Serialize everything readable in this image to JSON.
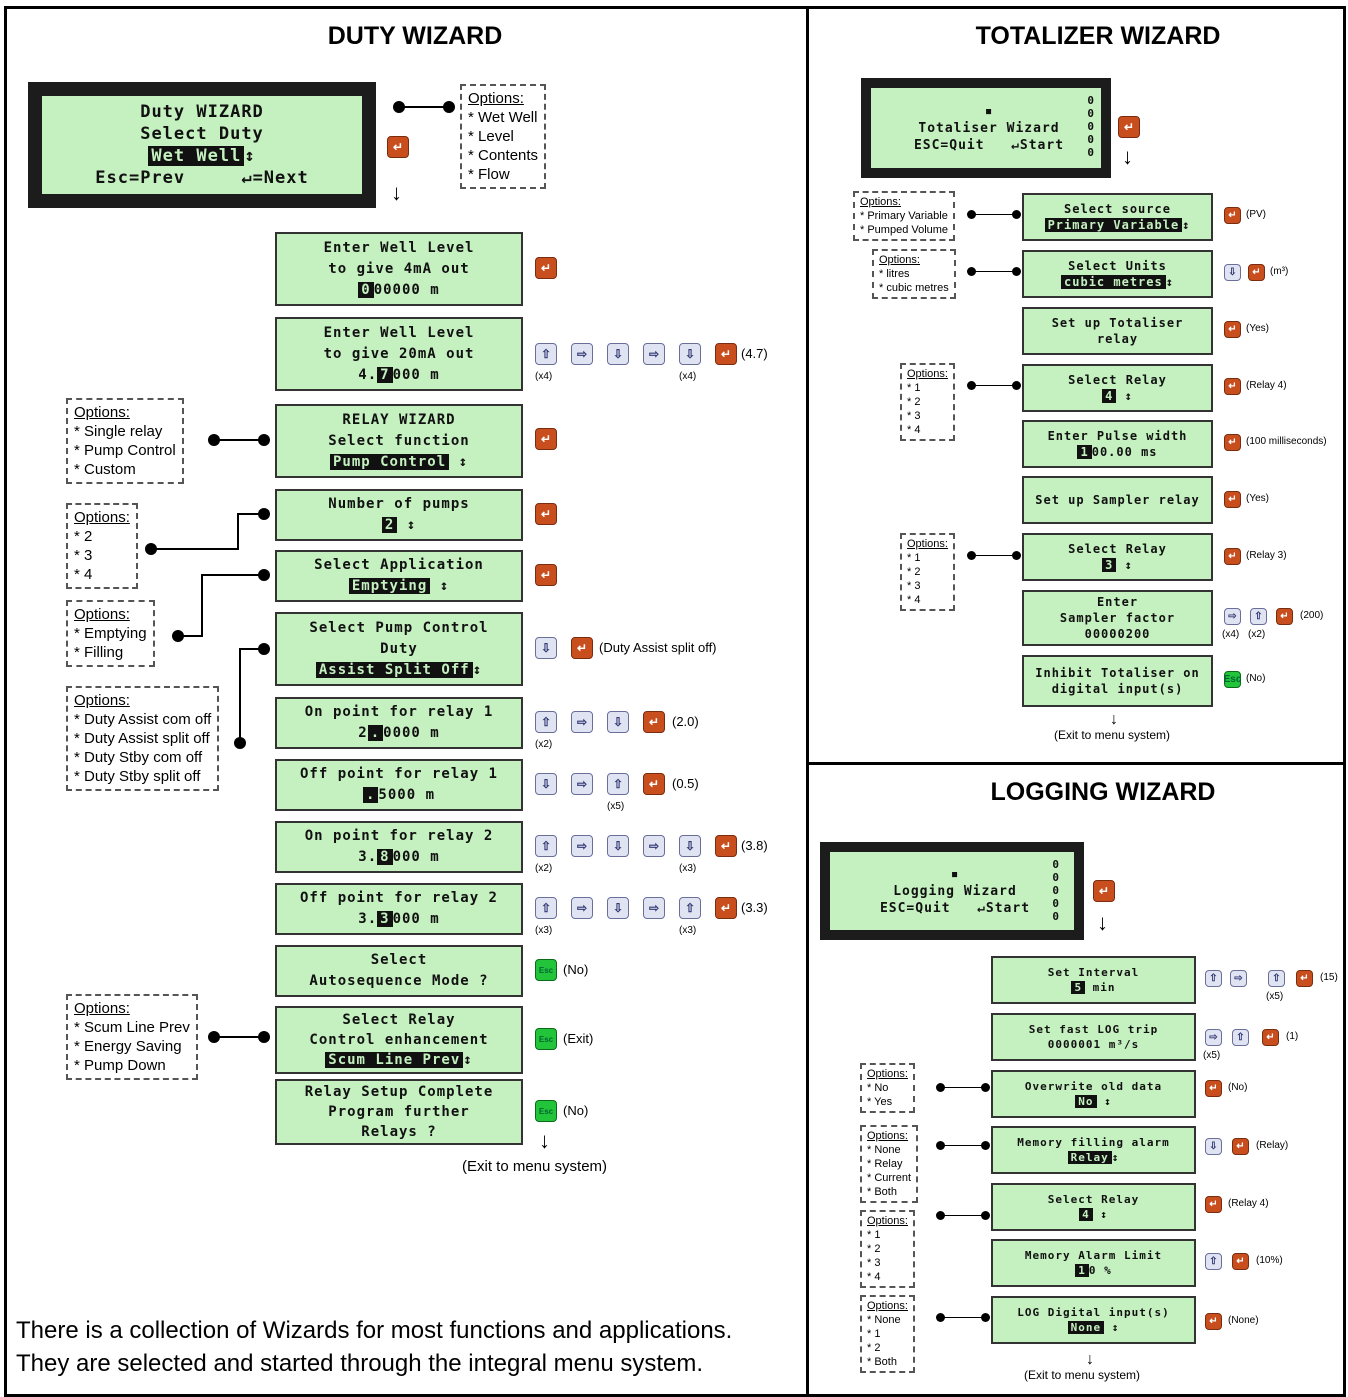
{
  "duty": {
    "title": "DUTY WIZARD",
    "start_lcd": [
      "Duty WIZARD",
      "Select Duty",
      "Wet Well",
      "Esc=Prev",
      "↵=Next"
    ],
    "start_options": [
      "Options:",
      "* Wet Well",
      "* Level",
      "* Contents",
      "* Flow"
    ],
    "screens": [
      {
        "l1": "Enter Well Level",
        "l2": "to give 4mA out",
        "l3a": "",
        "l3inv": "0",
        "l3b": "00000 m"
      },
      {
        "l1": "Enter Well Level",
        "l2": "to give 20mA out",
        "l3a": "4.",
        "l3inv": "7",
        "l3b": "000 m"
      },
      {
        "l1": "RELAY WIZARD",
        "l2": "Select function",
        "l3a": "",
        "l3inv": "Pump Control",
        "l3b": " ↕"
      },
      {
        "l1": "Number of pumps",
        "l2": "",
        "l3a": "",
        "l3inv": "2",
        "l3b": " ↕"
      },
      {
        "l1": "Select Application",
        "l2": "",
        "l3a": "",
        "l3inv": "Emptying",
        "l3b": " ↕"
      },
      {
        "l1": "Select Pump Control",
        "l2": "Duty",
        "l3a": "",
        "l3inv": "Assist Split Off",
        "l3b": "↕"
      },
      {
        "l1": "On point for relay 1",
        "l2": "",
        "l3a": "2",
        "l3inv": ".",
        "l3b": "0000 m"
      },
      {
        "l1": "Off point for relay 1",
        "l2": "",
        "l3a": "",
        "l3inv": ".",
        "l3b": "5000 m"
      },
      {
        "l1": "On point for relay 2",
        "l2": "",
        "l3a": "3.",
        "l3inv": "8",
        "l3b": "000 m"
      },
      {
        "l1": "Off point for relay 2",
        "l2": "",
        "l3a": "3.",
        "l3inv": "3",
        "l3b": "000 m"
      },
      {
        "l1": "Select",
        "l2": "Autosequence Mode ?",
        "l3a": "",
        "l3inv": "",
        "l3b": ""
      },
      {
        "l1": "Select Relay",
        "l2": "Control enhancement",
        "l3a": "",
        "l3inv": "Scum Line Prev",
        "l3b": "↕"
      },
      {
        "l1": "Relay Setup Complete",
        "l2": "Program further",
        "l3a": "Relays ?",
        "l3inv": "",
        "l3b": ""
      }
    ],
    "notes": [
      "(4.7)",
      "(Duty Assist split off)",
      "(2.0)",
      "(0.5)",
      "(3.8)",
      "(3.3)",
      "(No)",
      "(Exit)",
      "(No)"
    ],
    "counts": [
      "(x4)",
      "(x4)",
      "(x2)",
      "(x5)",
      "(x2)",
      "(x3)",
      "(x3)",
      "(x3)"
    ],
    "opt_function": [
      "Options:",
      "* Single relay",
      "* Pump Control",
      "* Custom"
    ],
    "opt_pumps": [
      "Options:",
      "* 2",
      "* 3",
      "* 4"
    ],
    "opt_app": [
      "Options:",
      "* Emptying",
      "* Filling"
    ],
    "opt_control": [
      "Options:",
      "* Duty Assist com off",
      "* Duty Assist split off",
      "* Duty Stby com off",
      "* Duty Stby split off"
    ],
    "opt_enh": [
      "Options:",
      "* Scum Line Prev",
      "* Energy Saving",
      "* Pump Down"
    ],
    "exit": "(Exit to menu system)",
    "blurb1": "There is a collection of Wizards for most functions and applications.",
    "blurb2": "They are selected and started through the integral menu system."
  },
  "totalizer": {
    "title": "TOTALIZER WIZARD",
    "lcd": [
      "Totaliser Wizard",
      "ESC=Quit",
      "↵Start"
    ],
    "screens": [
      {
        "l1": "Select source",
        "l2inv": "Primary Variable",
        "l2b": "↕"
      },
      {
        "l1": "Select Units",
        "l2inv": "cubic metres",
        "l2b": "↕"
      },
      {
        "l1": "Set up Totaliser",
        "l2inv": "",
        "l2b": "relay"
      },
      {
        "l1": "Select Relay",
        "l2inv": "4",
        "l2b": " ↕"
      },
      {
        "l1": "Enter Pulse width",
        "l2inv": "1",
        "l2b": "00.00 ms"
      },
      {
        "l1": "Set up Sampler relay",
        "l2inv": "",
        "l2b": ""
      },
      {
        "l1": "Select Relay",
        "l2inv": "3",
        "l2b": " ↕"
      },
      {
        "l1": "Enter",
        "l2inv": "",
        "l2b": "Sampler factor\n00000200"
      },
      {
        "l1": "Inhibit Totaliser on",
        "l2inv": "",
        "l2b": "digital input(s)"
      }
    ],
    "notes": [
      "(PV)",
      "(m³)",
      "(Yes)",
      "(Relay 4)",
      "(100 milliseconds)",
      "(Yes)",
      "(Relay 3)",
      "(200)",
      "(No)"
    ],
    "counts": [
      "(x4)",
      "(x2)"
    ],
    "opt_source": [
      "Options:",
      "* Primary Variable",
      "* Pumped Volume"
    ],
    "opt_units": [
      "Options:",
      "* litres",
      "* cubic metres"
    ],
    "opt_relay": [
      "Options:",
      "* 1",
      "* 2",
      "* 3",
      "* 4"
    ],
    "exit": "(Exit to menu system)"
  },
  "logging": {
    "title": "LOGGING WIZARD",
    "lcd": [
      "Logging Wizard",
      "ESC=Quit",
      "↵Start"
    ],
    "screens": [
      {
        "l1": "Set Interval",
        "l2inv": "5",
        "l2b": " min"
      },
      {
        "l1": "Set fast LOG trip",
        "l2inv": "",
        "l2b": "0000001 m³/s"
      },
      {
        "l1": "Overwrite old data",
        "l2inv": "No",
        "l2b": " ↕"
      },
      {
        "l1": "Memory filling alarm",
        "l2inv": "Relay",
        "l2b": "↕"
      },
      {
        "l1": "Select Relay",
        "l2inv": "4",
        "l2b": " ↕"
      },
      {
        "l1": "Memory Alarm Limit",
        "l2inv": "1",
        "l2b": "0 %"
      },
      {
        "l1": "LOG Digital input(s)",
        "l2inv": "None",
        "l2b": " ↕"
      }
    ],
    "notes": [
      "(15)",
      "(1)",
      "(No)",
      "(Relay)",
      "(Relay 4)",
      "(10%)",
      "(None)"
    ],
    "counts": [
      "(x5)",
      "(x5)"
    ],
    "opt_overwrite": [
      "Options:",
      "* No",
      "* Yes"
    ],
    "opt_alarm": [
      "Options:",
      "* None",
      "* Relay",
      "* Current",
      "* Both"
    ],
    "opt_relay": [
      "Options:",
      "* 1",
      "* 2",
      "* 3",
      "* 4"
    ],
    "opt_digital": [
      "Options:",
      "* None",
      "* 1",
      "* 2",
      "* Both"
    ],
    "exit": "(Exit to menu system)"
  }
}
